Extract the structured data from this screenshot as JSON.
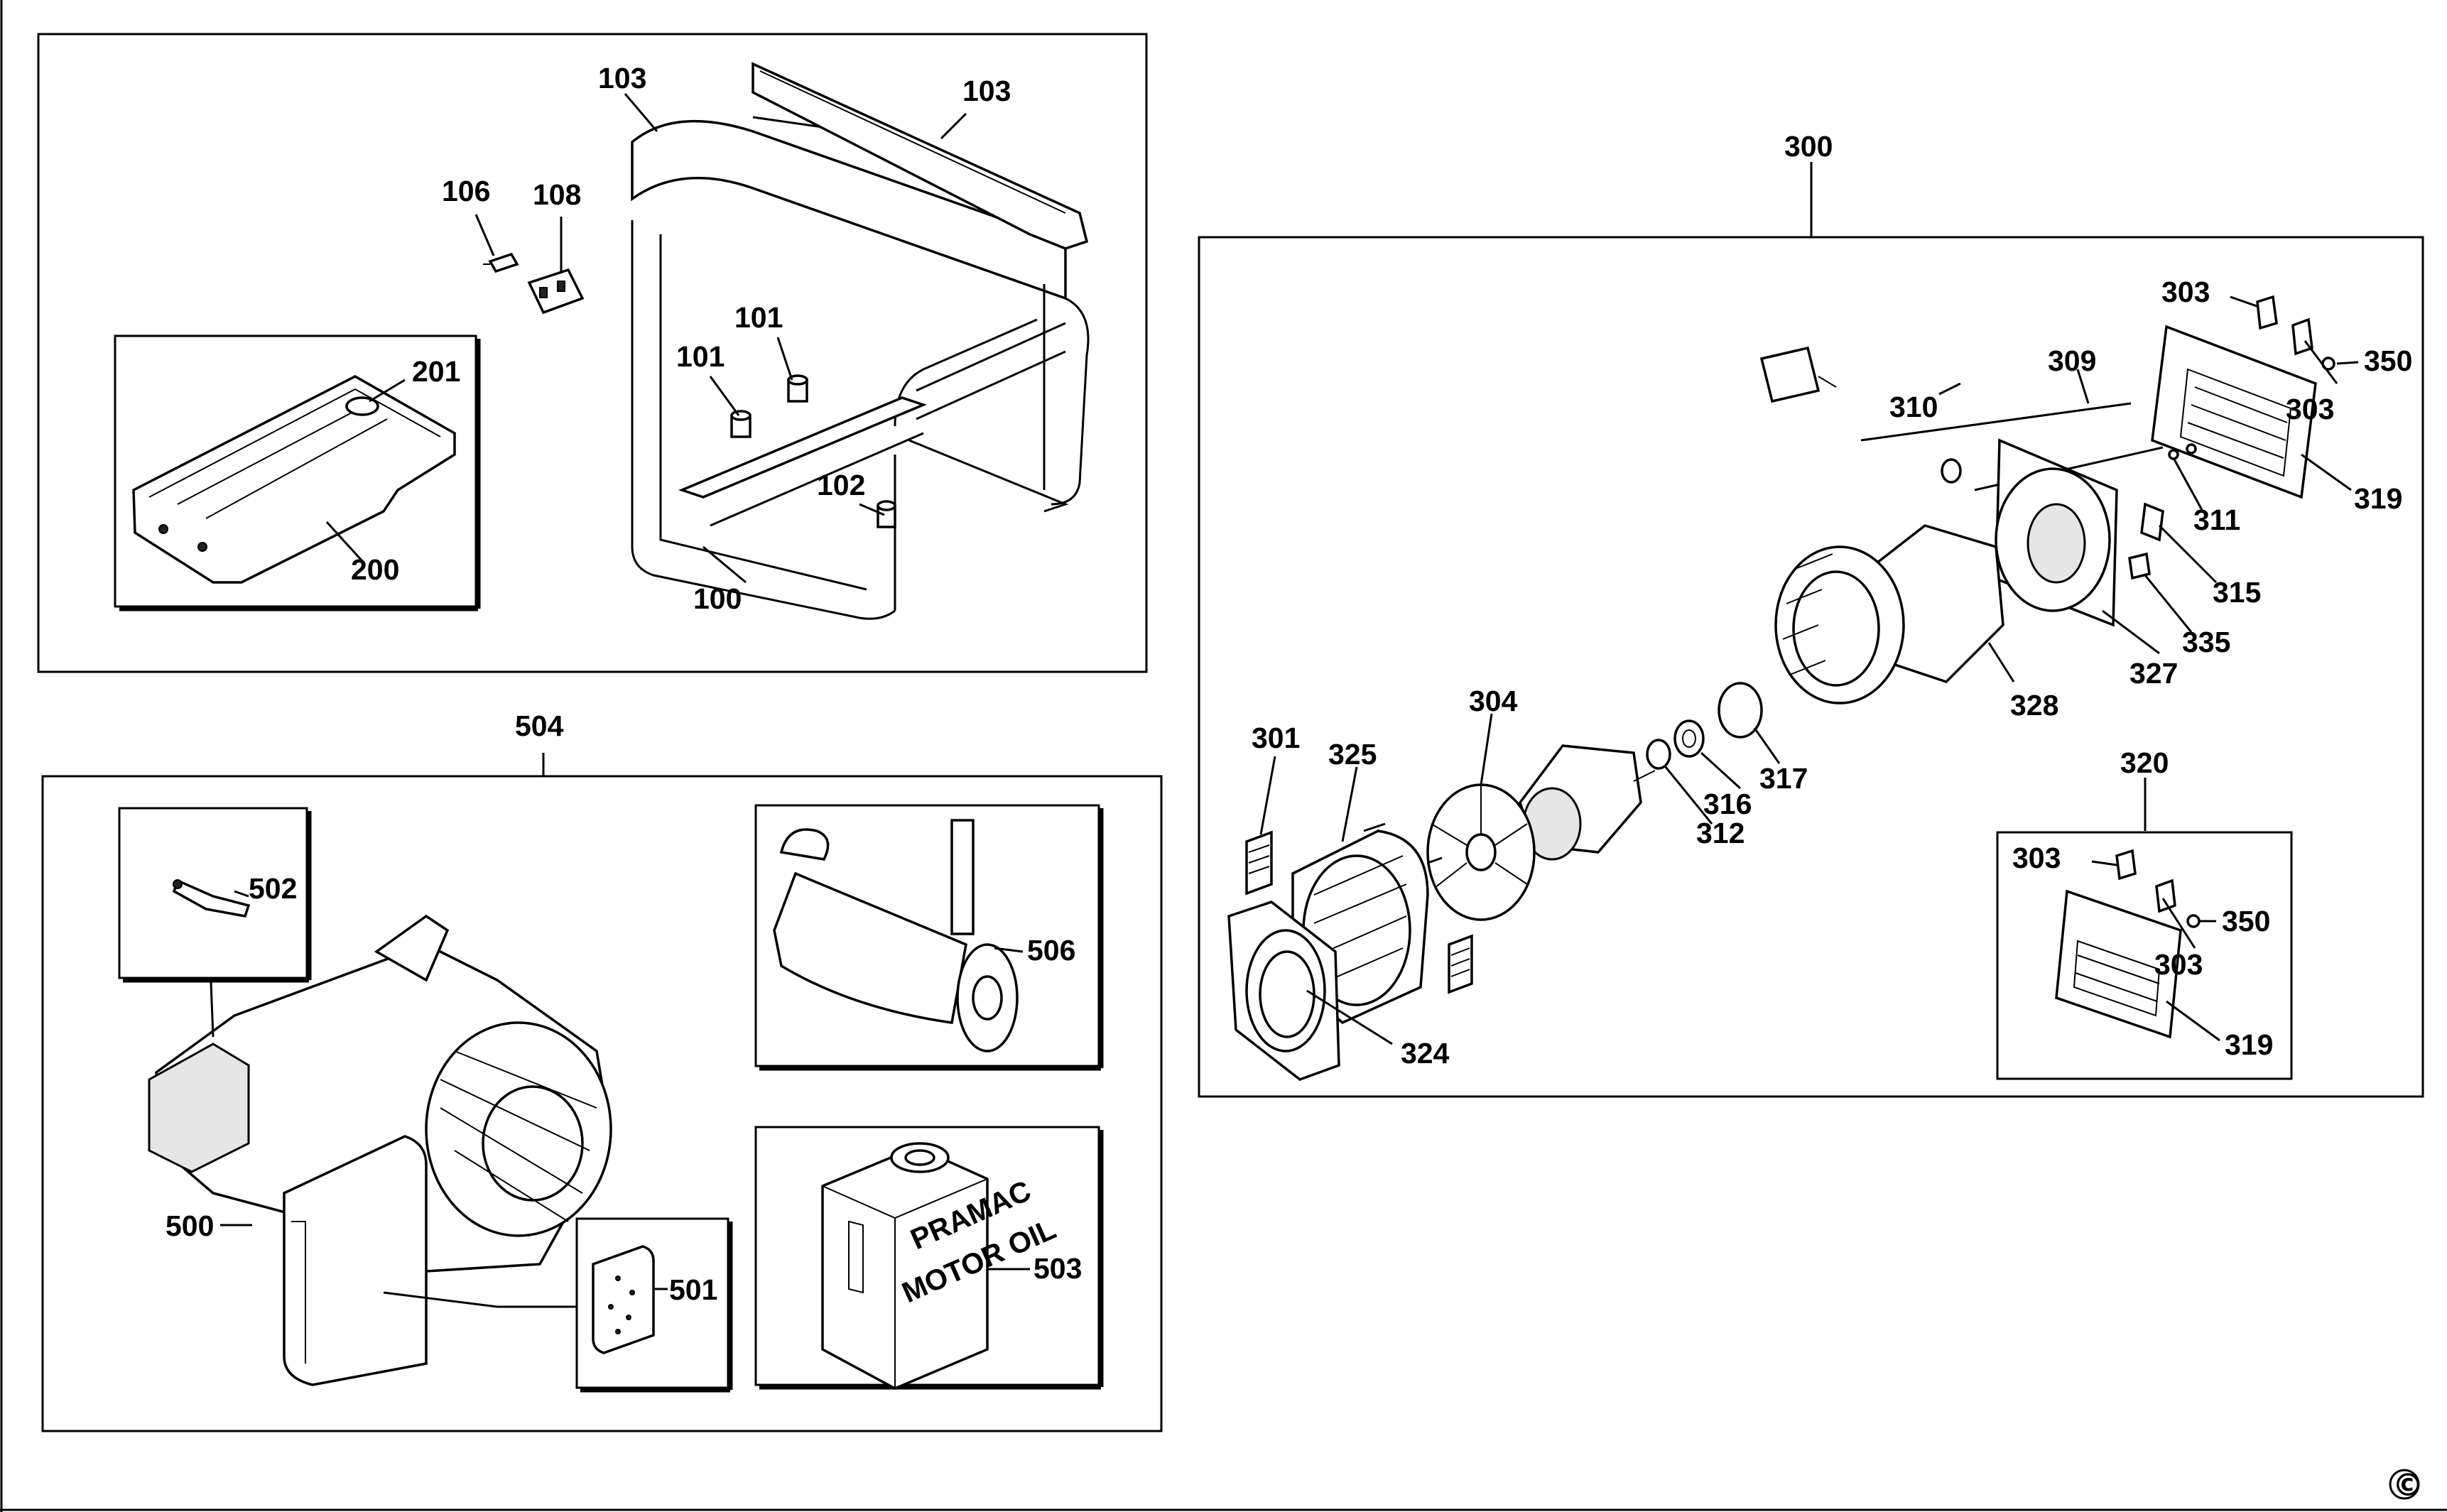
{
  "labels": {
    "l100": "100",
    "l101a": "101",
    "l101b": "101",
    "l102": "102",
    "l103a": "103",
    "l103b": "103",
    "l106": "106",
    "l108": "108",
    "l200": "200",
    "l201": "201",
    "l300": "300",
    "l301": "301",
    "l303a": "303",
    "l303b": "303",
    "l303c": "303",
    "l303d": "303",
    "l304": "304",
    "l309": "309",
    "l310": "310",
    "l311": "311",
    "l312": "312",
    "l315": "315",
    "l316": "316",
    "l317": "317",
    "l319a": "319",
    "l319b": "319",
    "l320": "320",
    "l324": "324",
    "l325": "325",
    "l327": "327",
    "l328": "328",
    "l335": "335",
    "l350a": "350",
    "l350b": "350",
    "l500": "500",
    "l501": "501",
    "l502": "502",
    "l503": "503",
    "l504": "504",
    "l506": "506"
  },
  "oil_can": {
    "brand": "PRAMAC",
    "product": "MOTOR OIL"
  },
  "copyright": "©"
}
